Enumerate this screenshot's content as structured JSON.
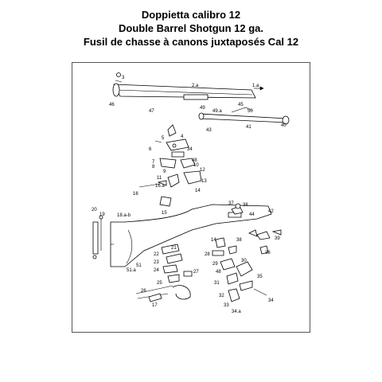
{
  "title": {
    "italian": "Doppietta calibro 12",
    "english": "Double Barrel Shotgun 12 ga.",
    "french": "Fusil de chasse à canons juxtaposés Cal 12"
  },
  "part_numbers": {
    "p1a": "1.a",
    "p2a": "2.a",
    "p3": "3",
    "p4": "4",
    "p5": "5",
    "p6": "6",
    "p7": "7",
    "p8": "8",
    "p9": "9",
    "p10": "10",
    "p11": "11",
    "p12": "12",
    "p13": "13",
    "p14": "14",
    "p14b": "14",
    "p15": "15",
    "p16": "16",
    "p16a": "16.a",
    "p17": "17",
    "p18": "18.a-b",
    "p19": "19",
    "p20": "20",
    "p21": "21",
    "p22": "22",
    "p23": "23",
    "p24": "24",
    "p25": "25",
    "p26": "26",
    "p27": "27",
    "p28": "28",
    "p29": "29",
    "p30": "30",
    "p31": "31",
    "p32": "32",
    "p33": "33",
    "p34": "34",
    "p34b": "34",
    "p34a": "34.a",
    "p35": "35",
    "p36": "36",
    "p37": "37",
    "p38": "38",
    "p38b": "38",
    "p39": "39",
    "p40": "40",
    "p41": "41",
    "p42": "42",
    "p43": "43",
    "p44": "44",
    "p45": "45",
    "p46": "46",
    "p47": "47",
    "p48": "48",
    "p48b": "48",
    "p49": "49",
    "p49a": "49.a",
    "p50": "50",
    "p51": "51",
    "p51a": "51.a"
  }
}
